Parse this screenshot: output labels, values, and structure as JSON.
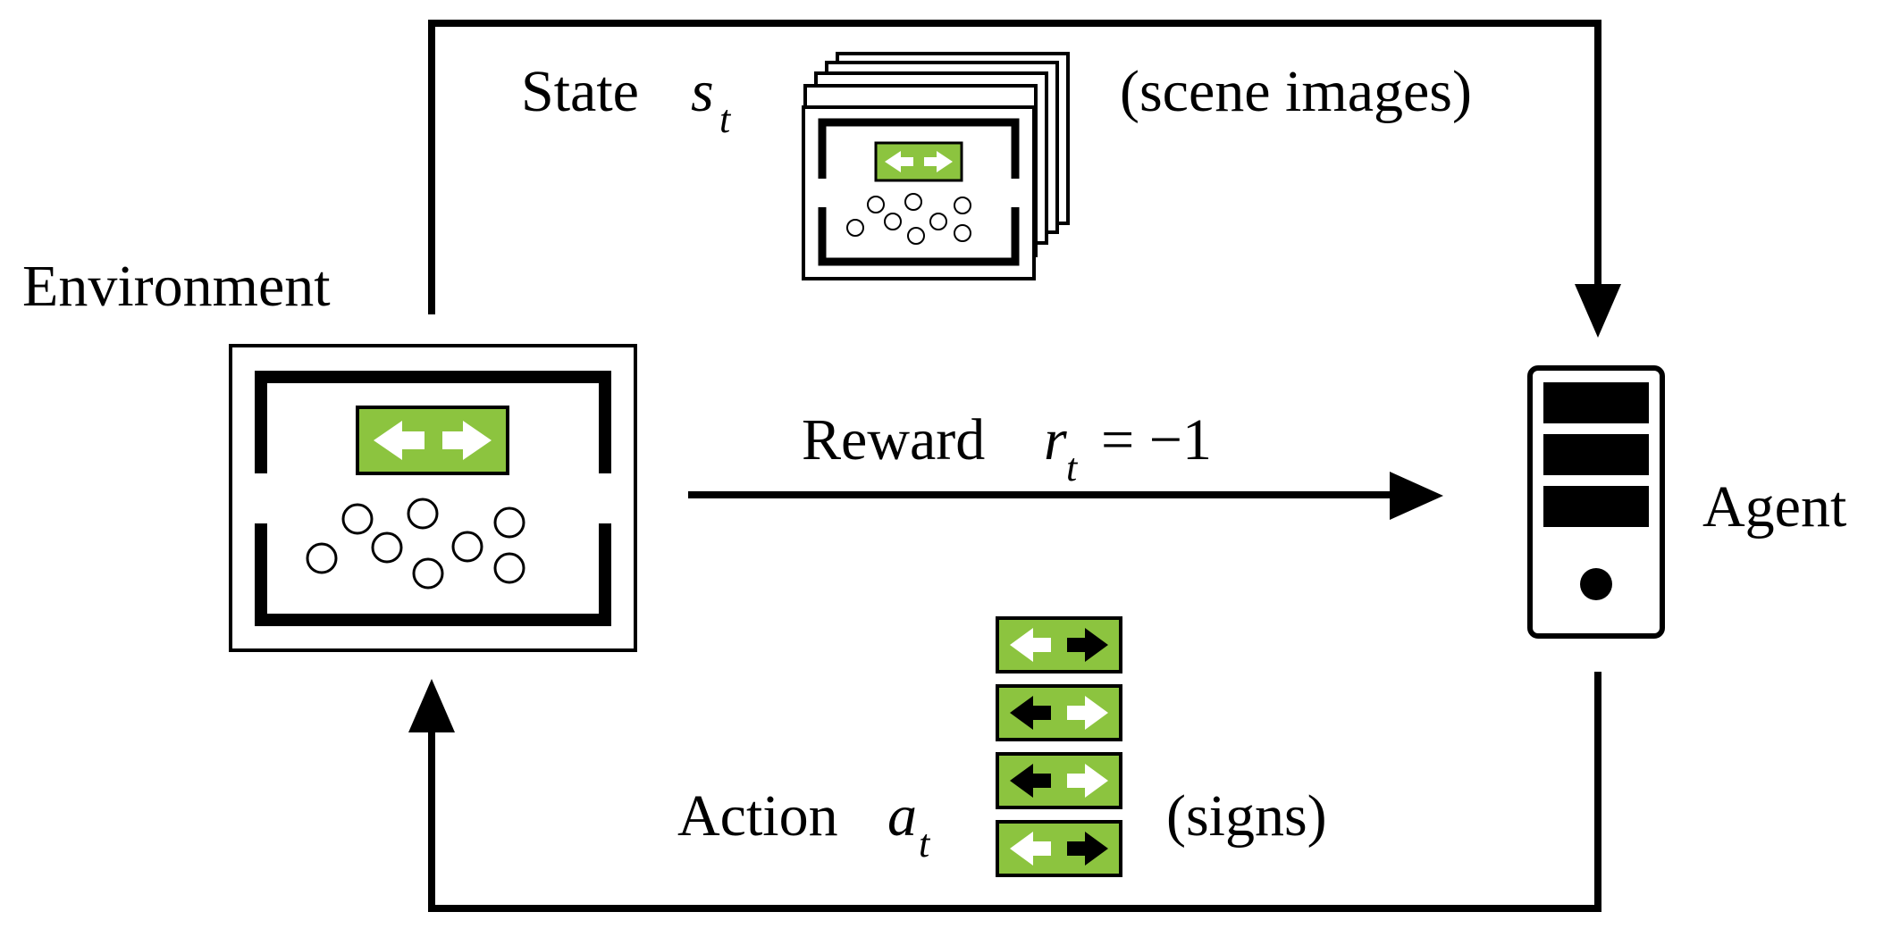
{
  "labels": {
    "environment": "Environment",
    "agent": "Agent",
    "state_word": "State",
    "state_var": "s",
    "state_sub": "t",
    "state_note": "(scene images)",
    "reward_word": "Reward",
    "reward_var": "r",
    "reward_sub": "t",
    "reward_eq": "= −1",
    "action_word": "Action",
    "action_var": "a",
    "action_sub": "t",
    "action_note": "(signs)"
  },
  "actions": [
    {
      "left_arrow": "white",
      "right_arrow": "black"
    },
    {
      "left_arrow": "black",
      "right_arrow": "white"
    },
    {
      "left_arrow": "black",
      "right_arrow": "white"
    },
    {
      "left_arrow": "white",
      "right_arrow": "black"
    }
  ],
  "colors": {
    "sign_green": "#8cc43f",
    "line": "#000000",
    "background": "#ffffff"
  }
}
